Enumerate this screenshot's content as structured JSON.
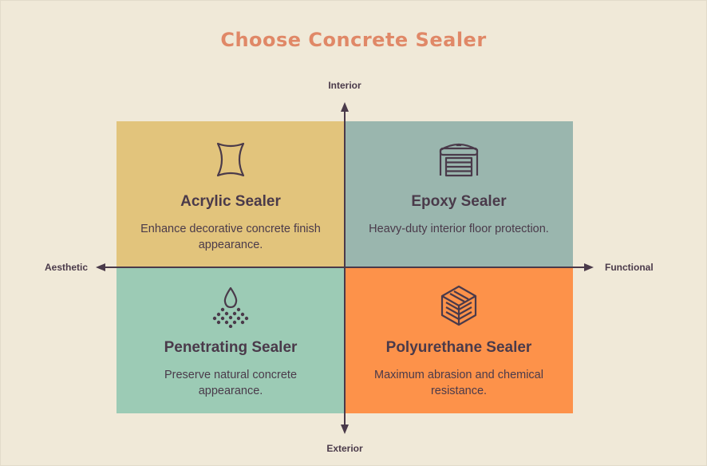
{
  "title": "Choose Concrete Sealer",
  "colors": {
    "background": "#f0e9d8",
    "title": "#e08867",
    "ink": "#4a3a4a",
    "top_left": "#e2c47c",
    "top_right": "#9ab6ae",
    "bottom_left": "#9ccbb5",
    "bottom_right": "#fd924a"
  },
  "axes": {
    "top": "Interior",
    "bottom": "Exterior",
    "left": "Aesthetic",
    "right": "Functional"
  },
  "quadrants": {
    "top_left": {
      "icon": "acrylic-sheet-icon",
      "title": "Acrylic Sealer",
      "description": "Enhance decorative concrete finish appearance."
    },
    "top_right": {
      "icon": "garage-door-icon",
      "title": "Epoxy Sealer",
      "description": "Heavy-duty interior floor protection."
    },
    "bottom_left": {
      "icon": "droplet-spray-icon",
      "title": "Penetrating Sealer",
      "description": "Preserve natural concrete appearance."
    },
    "bottom_right": {
      "icon": "wood-block-icon",
      "title": "Polyurethane Sealer",
      "description": "Maximum abrasion and chemical resistance."
    }
  }
}
